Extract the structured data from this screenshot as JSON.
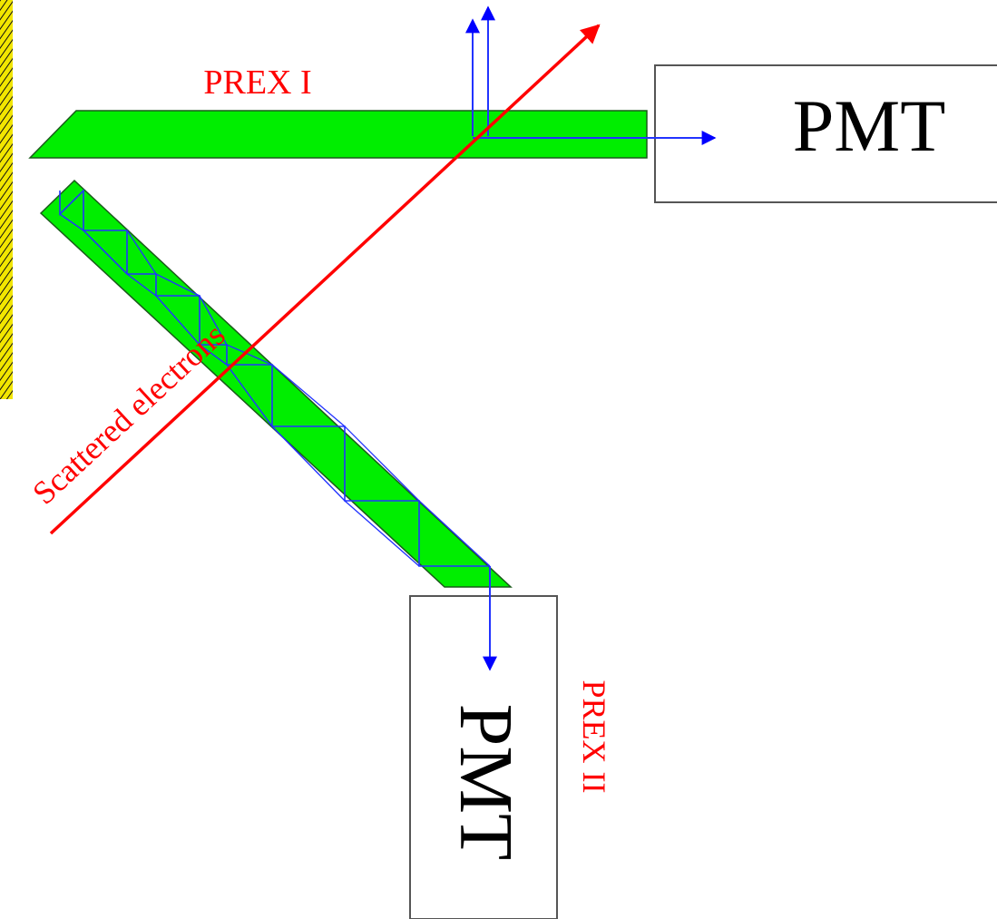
{
  "labels": {
    "prex1": "PREX I",
    "prex2": "PREX II",
    "scattered": "Scattered electrons",
    "pmt_top": "PMT",
    "pmt_bottom": "PMT"
  },
  "colors": {
    "quartz_fill": "#00ee00",
    "quartz_stroke": "#1a5a1a",
    "photon_path": "#0000ff",
    "electron_track": "#ff0000",
    "label_red": "#ff0000",
    "pmt_box_stroke": "#555555",
    "background_strip": "#f2e600"
  },
  "icons": {
    "photon_arrow": "arrow-icon",
    "electron_arrow": "arrow-icon"
  }
}
